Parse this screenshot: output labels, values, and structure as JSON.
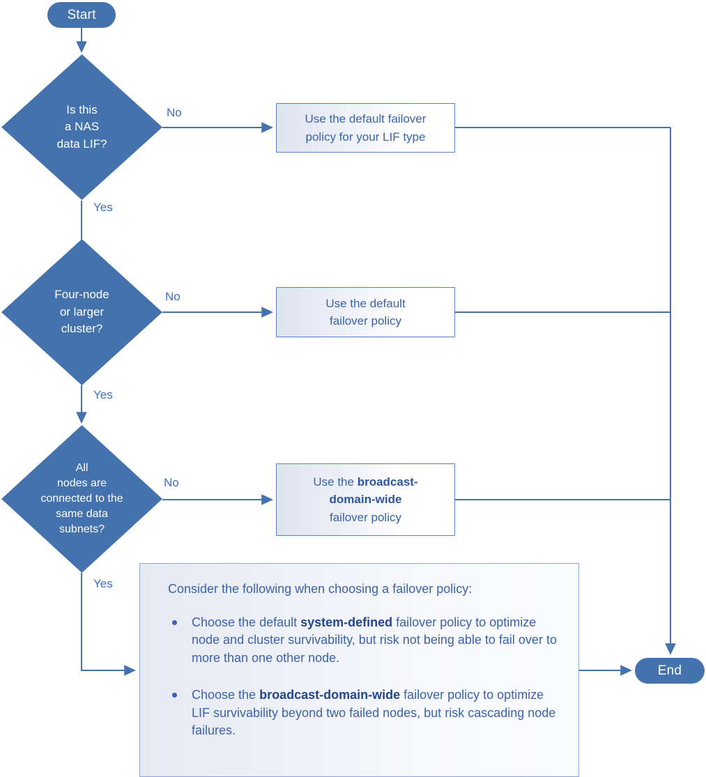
{
  "diagram": {
    "title": "LIF failover policy decision flowchart",
    "colors": {
      "node_fill": "#4472ac",
      "node_text": "#ffffff",
      "box_border": "#5b84c4",
      "box_text": "#3a63ab",
      "edge": "#4472ac",
      "label_text": "#3a6fc4",
      "background": "#ffffff"
    }
  },
  "nodes": {
    "start": {
      "label": "Start",
      "type": "terminator"
    },
    "end": {
      "label": "End",
      "type": "terminator"
    },
    "decision1": {
      "type": "decision",
      "label": "Is this\na NAS\ndata LIF?",
      "yes_label": "Yes",
      "no_label": "No"
    },
    "decision2": {
      "type": "decision",
      "label": "Four-node\nor larger\ncluster?",
      "yes_label": "Yes",
      "no_label": "No"
    },
    "decision3": {
      "type": "decision",
      "label": "All\nnodes are\nconnected to the\nsame data\nsubnets?",
      "yes_label": "Yes",
      "no_label": "No"
    },
    "process1": {
      "type": "process",
      "text_line1": "Use the default failover",
      "text_line2": "policy for your LIF type"
    },
    "process2": {
      "type": "process",
      "text_line1": "Use the default",
      "text_line2": "failover policy"
    },
    "process3": {
      "type": "process",
      "prefix": "Use the ",
      "bold1": "broadcast-",
      "bold2": "domain-wide",
      "suffix": "failover policy"
    },
    "note": {
      "type": "callout",
      "lead": "Consider the following when choosing a failover policy:",
      "bullets": [
        {
          "part1": "Choose the default ",
          "bold": "system-defined",
          "part2": " failover policy to optimize node and cluster survivability, but risk not being able to fail over to more than one other node."
        },
        {
          "part1": "Choose the ",
          "bold": "broadcast-domain-wide",
          "part2": " failover policy to optimize LIF survivability beyond two failed nodes, but risk cascading node failures."
        }
      ]
    }
  }
}
